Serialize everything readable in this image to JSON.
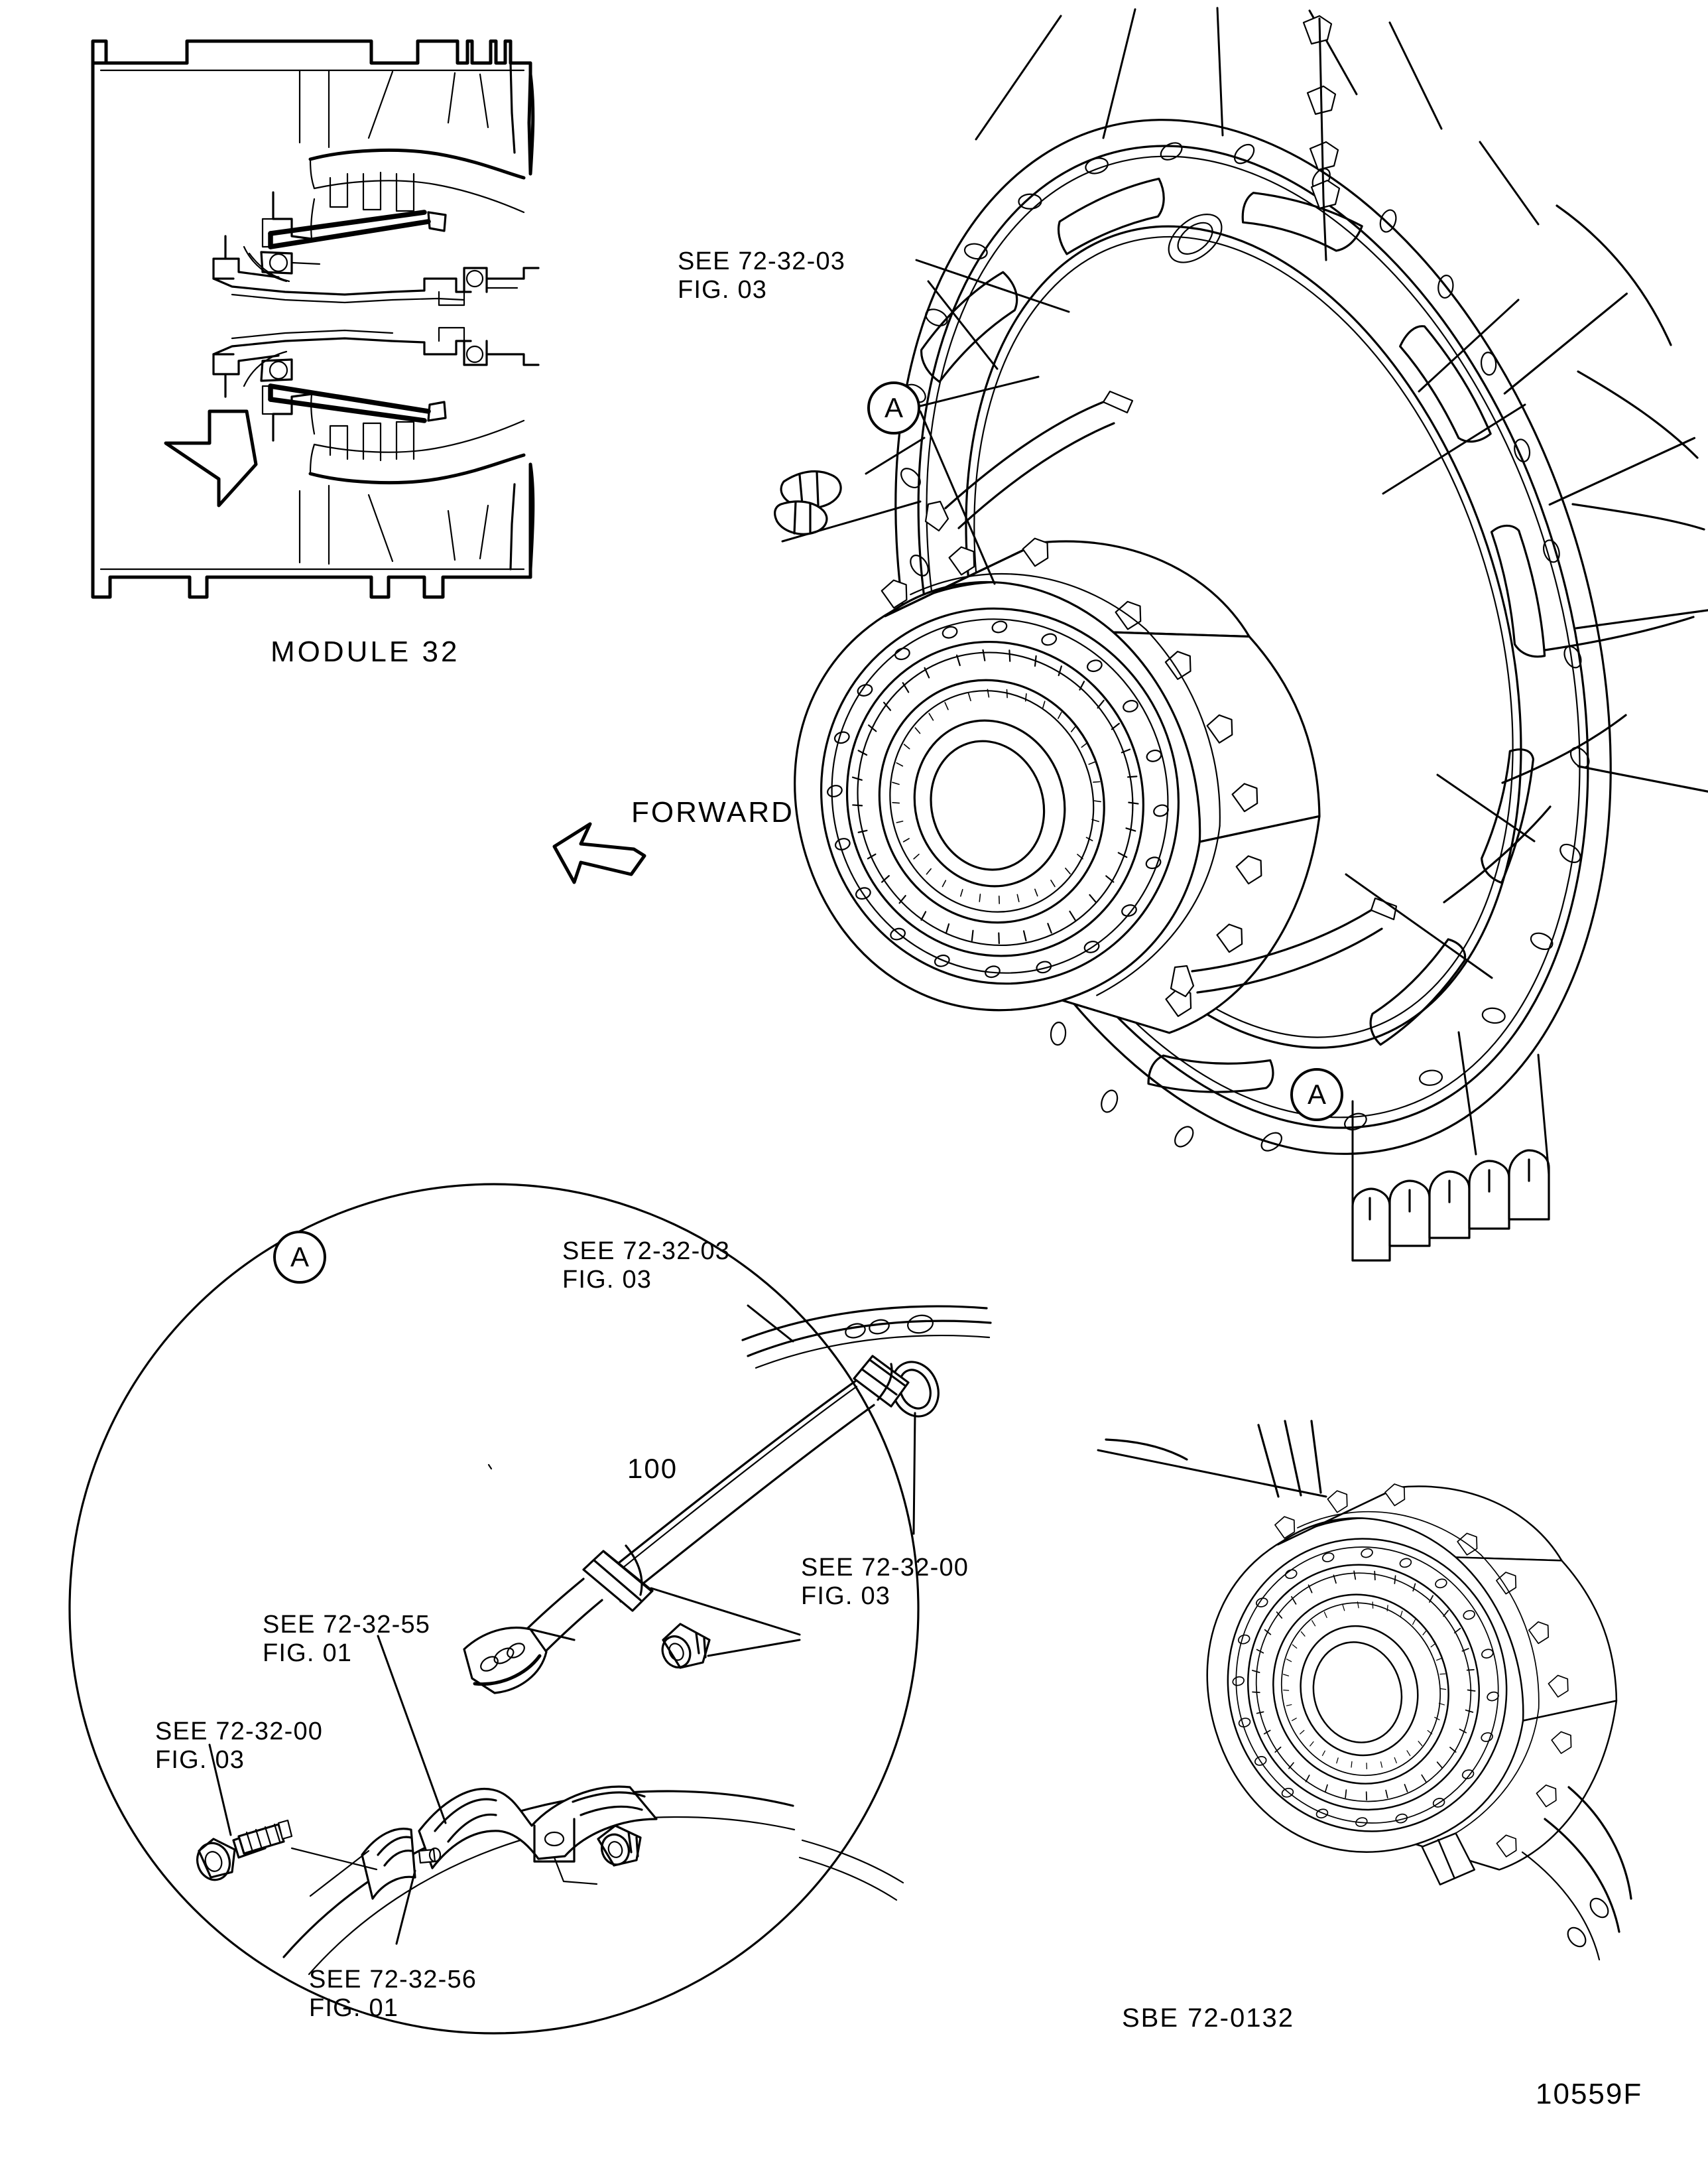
{
  "figure": {
    "drawing_number": "10559F",
    "type": "illustrated-parts-catalog-figure"
  },
  "module_view": {
    "caption": "MODULE 32"
  },
  "main_view": {
    "callouts": [
      {
        "id": "see-72-32-03-main",
        "line1": "SEE  72-32-03",
        "line2": "FIG. 03"
      }
    ],
    "detail_markers": [
      {
        "id": "detail-marker-a-upper",
        "label": "A"
      },
      {
        "id": "detail-marker-a-lower",
        "label": "A"
      }
    ],
    "orientation": {
      "label": "FORWARD",
      "arrow_direction": "down-left"
    }
  },
  "detail_view": {
    "marker": "A",
    "item_numbers": [
      {
        "id": "item-100",
        "number": "100"
      }
    ],
    "callouts": [
      {
        "id": "see-72-32-03-detail",
        "line1": "SEE  72-32-03",
        "line2": "FIG. 03"
      },
      {
        "id": "see-72-32-00-right",
        "line1": "SEE  72-32-00",
        "line2": "FIG. 03"
      },
      {
        "id": "see-72-32-55",
        "line1": "SEE  72-32-55",
        "line2": "FIG. 01"
      },
      {
        "id": "see-72-32-00-left",
        "line1": "SEE  72-32-00",
        "line2": "FIG. 03"
      },
      {
        "id": "see-72-32-56",
        "line1": "SEE  72-32-56",
        "line2": "FIG. 01"
      }
    ]
  },
  "inset_view": {
    "label": "SBE  72-0132"
  },
  "colors": {
    "ink": "#000000",
    "paper": "#ffffff"
  }
}
